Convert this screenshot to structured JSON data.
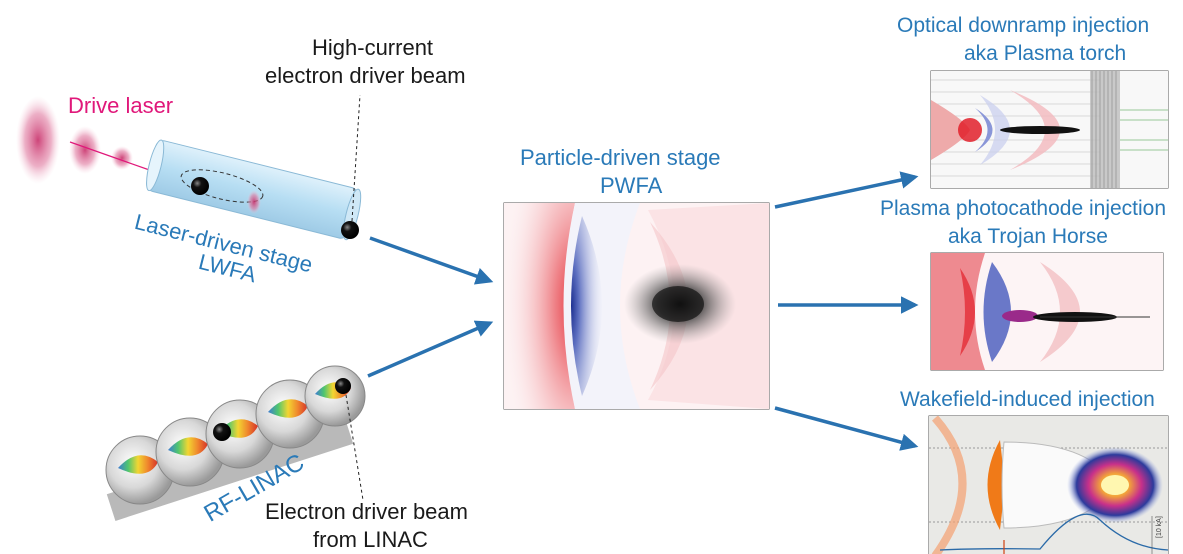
{
  "labels": {
    "drive_laser": "Drive laser",
    "driver_beam": [
      "High-current",
      "electron driver beam"
    ],
    "laser_stage": [
      "Laser-driven stage",
      "LWFA"
    ],
    "rf_linac": "RF-LINAC",
    "linac_beam": [
      "Electron driver beam",
      "from LINAC"
    ],
    "particle_stage": [
      "Particle-driven stage",
      "PWFA"
    ],
    "optical": [
      "Optical downramp injection",
      "aka Plasma torch"
    ],
    "trojan": [
      "Plasma photocathode injection",
      "aka Trojan Horse"
    ],
    "wakefield": "Wakefield-induced injection",
    "axis_unit": "[10 kA]"
  },
  "colors": {
    "text_blue": "#2a7ab8",
    "text_pink": "#e0187a",
    "arrow_blue": "#2a72b0",
    "field_red": "#e2202a",
    "field_blue": "#2c3f9c"
  }
}
